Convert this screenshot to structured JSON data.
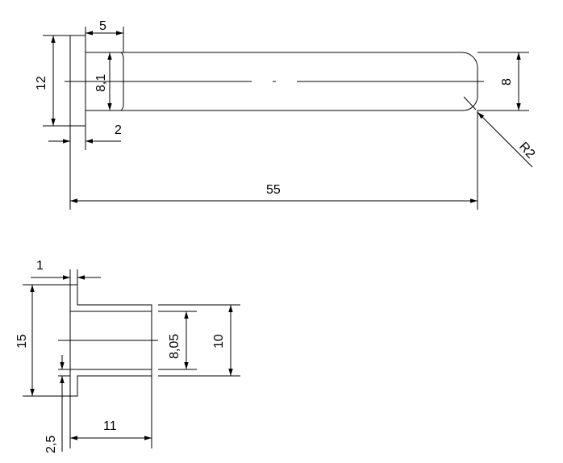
{
  "colors": {
    "background": "#ffffff",
    "stroke": "#000000"
  },
  "pin": {
    "dims": {
      "head_thickness": "5",
      "head_height": "12",
      "neck_diameter": "8,1",
      "shank_diameter": "8",
      "radius": "R2",
      "offset": "2",
      "length": "55"
    }
  },
  "bushing": {
    "dims": {
      "flange_thickness": "1",
      "flange_height": "15",
      "inner_diameter": "8,05",
      "outer_diameter": "10",
      "wall": "2,5",
      "length": "11"
    }
  }
}
